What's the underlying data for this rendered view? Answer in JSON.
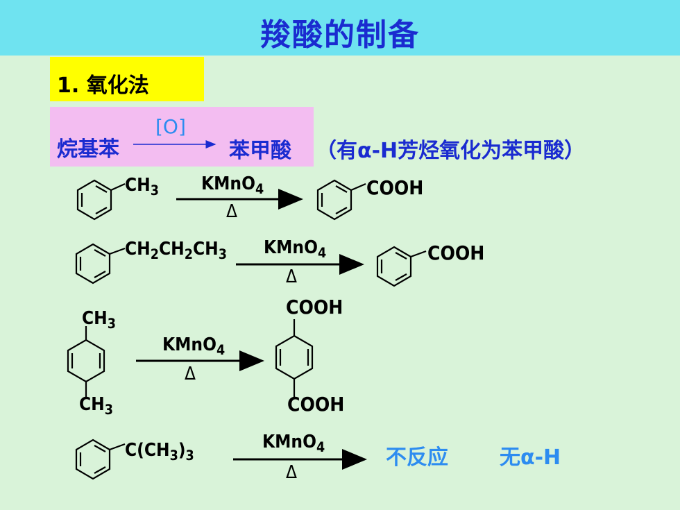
{
  "title": "羧酸的制备",
  "section": "1. 氧化法",
  "summary": {
    "reactant": "烷基苯",
    "reagent": "[O]",
    "product": "苯甲酸",
    "note": "（有α-H芳烃氧化为苯甲酸）"
  },
  "reactions": [
    {
      "substituent": "CH3",
      "reagent": "KMnO4",
      "condition": "Δ",
      "product": "COOH"
    },
    {
      "substituent": "CH2CH2CH3",
      "reagent": "KMnO4",
      "condition": "Δ",
      "product": "COOH"
    },
    {
      "top": "CH3",
      "bottom": "CH3",
      "reagent": "KMnO4",
      "condition": "Δ",
      "product_top": "COOH",
      "product_bottom": "COOH"
    },
    {
      "substituent": "C(CH3)3",
      "reagent": "KMnO4",
      "condition": "Δ",
      "result": "不反应",
      "note": "无α-H"
    }
  ],
  "colors": {
    "title_bg": "#6fe3f0",
    "title_text": "#1a2bd0",
    "section_bg": "#ffff00",
    "box_bg": "#f3bdf1",
    "highlight": "#2d8cf0",
    "background": "#d9f3d9"
  }
}
